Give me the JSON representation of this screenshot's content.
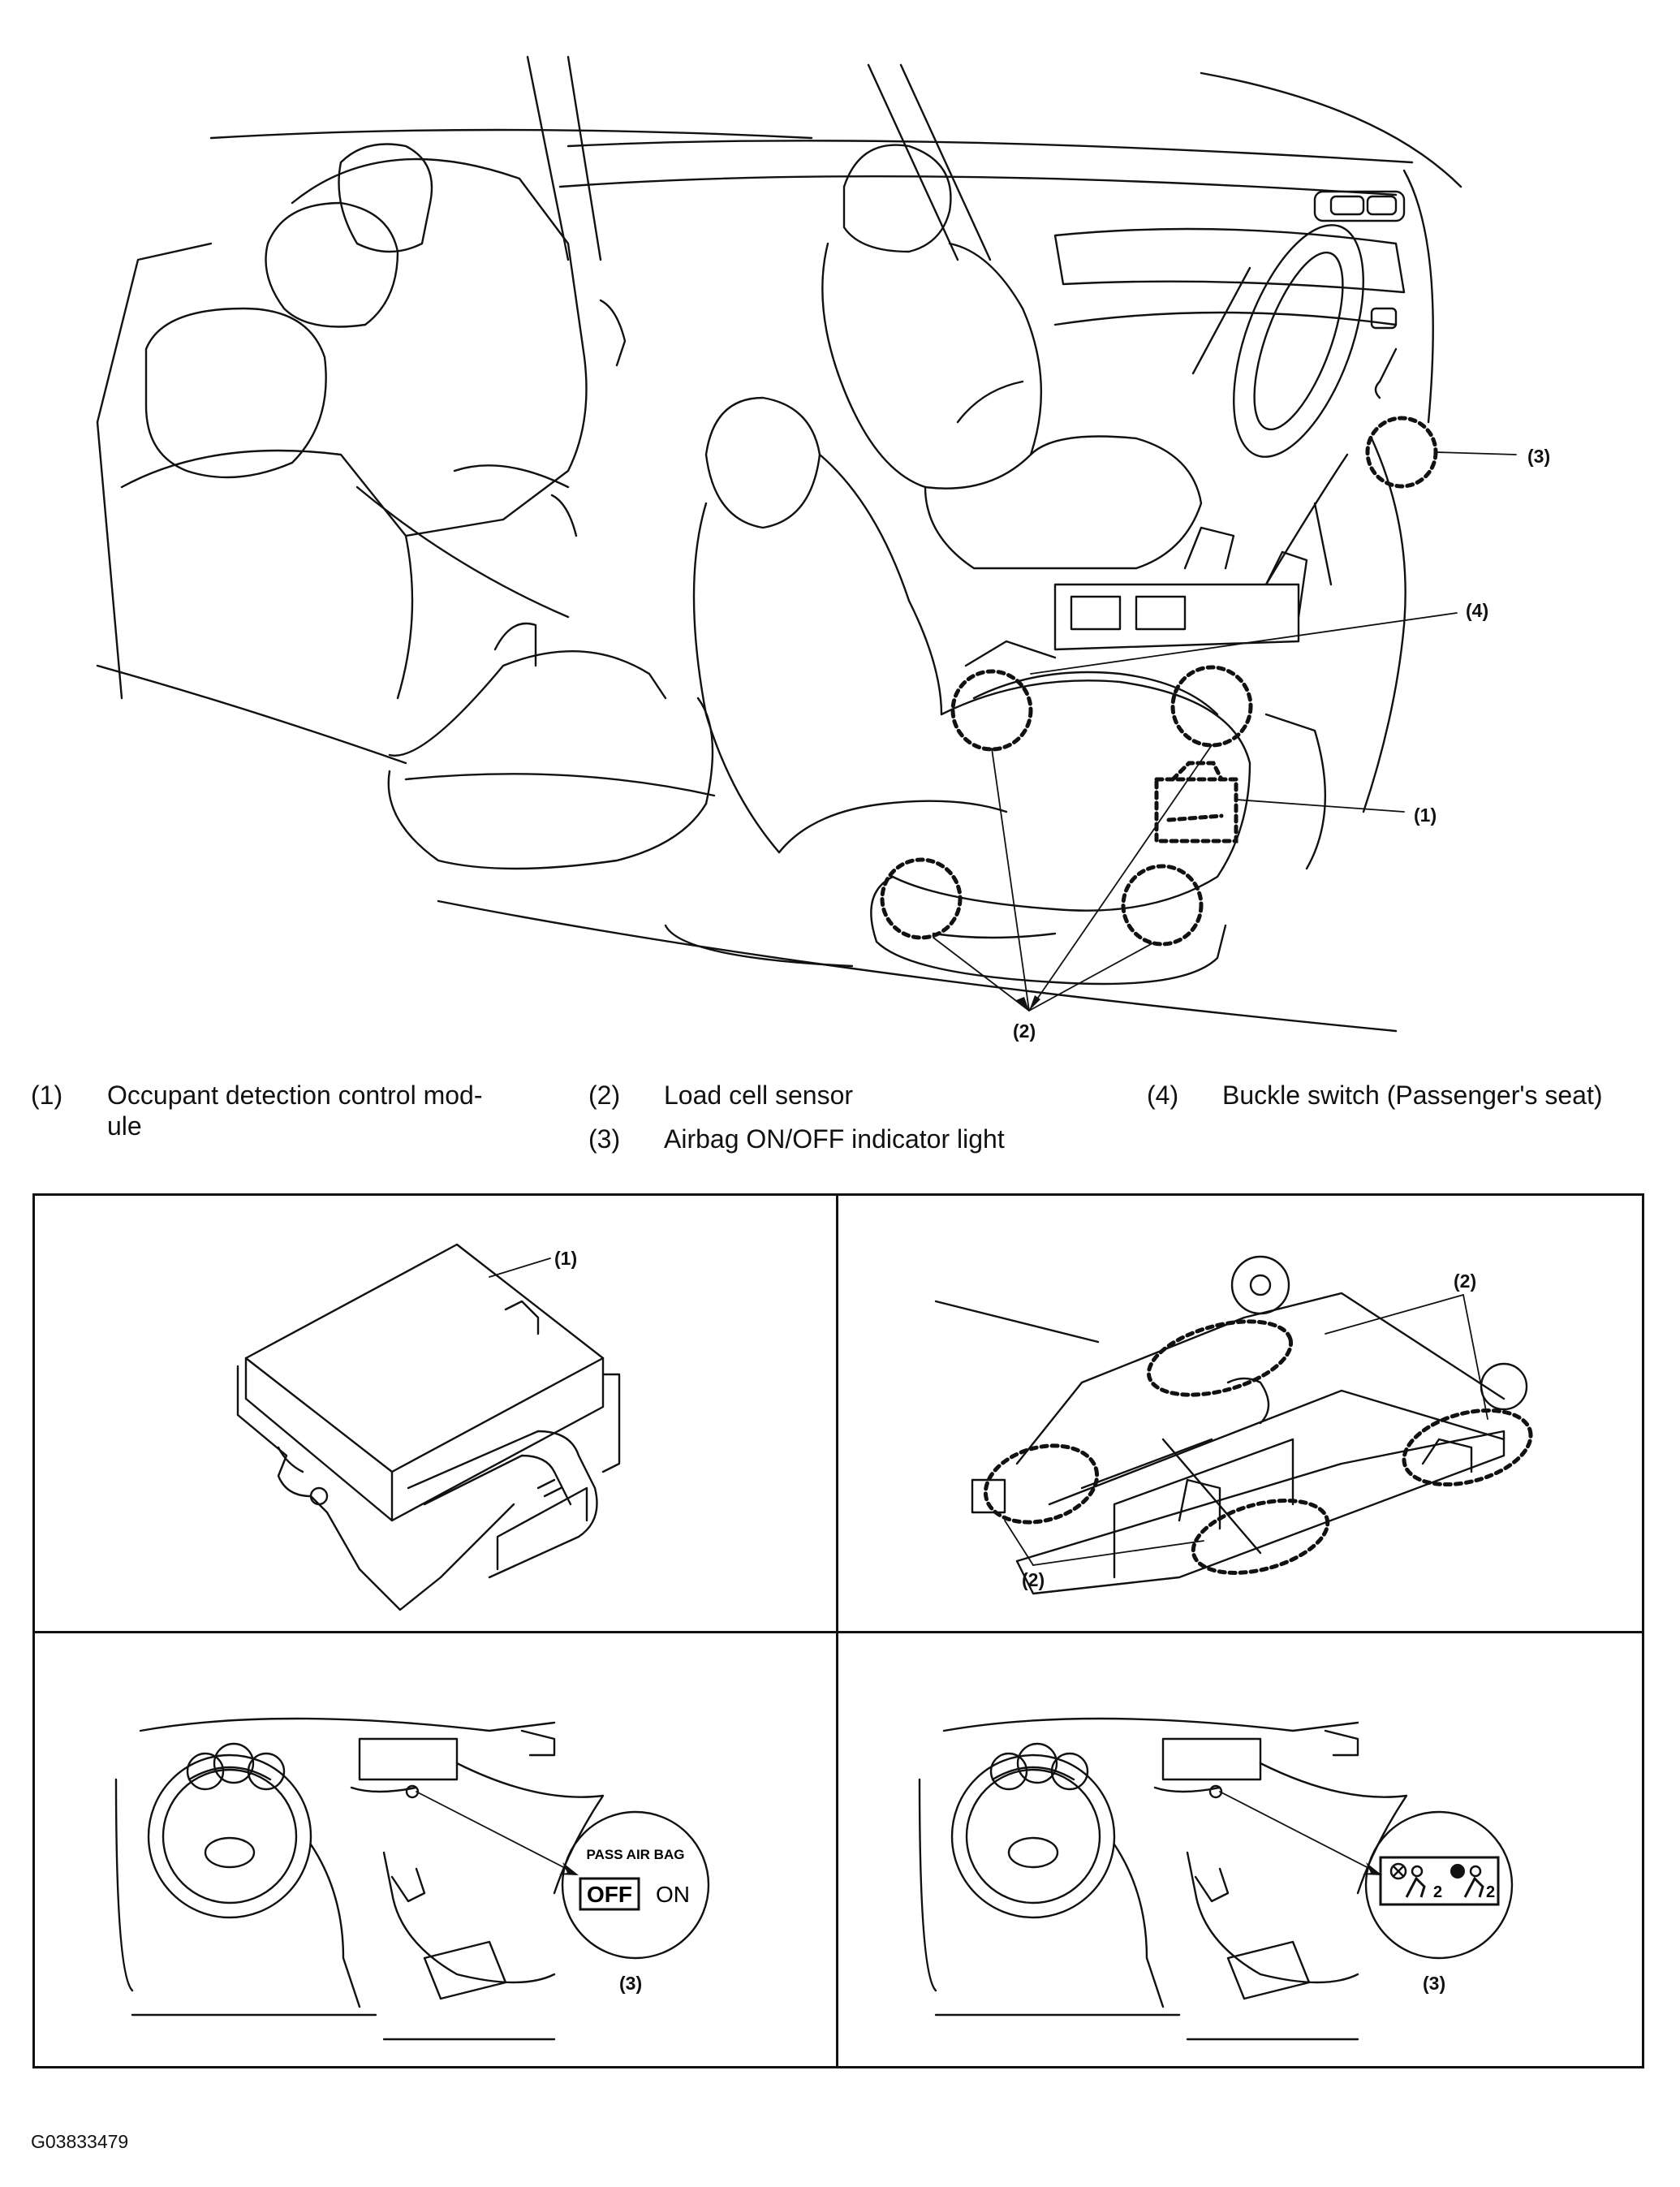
{
  "main_figure": {
    "callouts": [
      "(1)",
      "(2)",
      "(3)",
      "(4)"
    ]
  },
  "legend": [
    {
      "num": "(1)",
      "text": "Occupant detection control mod-\nule"
    },
    {
      "num": "(2)",
      "text": "Load cell sensor"
    },
    {
      "num": "(3)",
      "text": "Airbag ON/OFF indicator light"
    },
    {
      "num": "(4)",
      "text": "Buckle switch (Passenger's seat)"
    }
  ],
  "panels": {
    "module": {
      "callout": "(1)"
    },
    "seat_frame": {
      "callout_top": "(2)",
      "callout_bottom": "(2)"
    },
    "indicator_text": {
      "callout": "(3)",
      "indicator_title": "PASS AIR BAG",
      "off_label": "OFF",
      "on_label": "ON"
    },
    "indicator_icon": {
      "callout": "(3)",
      "icon_digits": [
        "2",
        "2"
      ]
    }
  },
  "figure_id": "G03833479"
}
